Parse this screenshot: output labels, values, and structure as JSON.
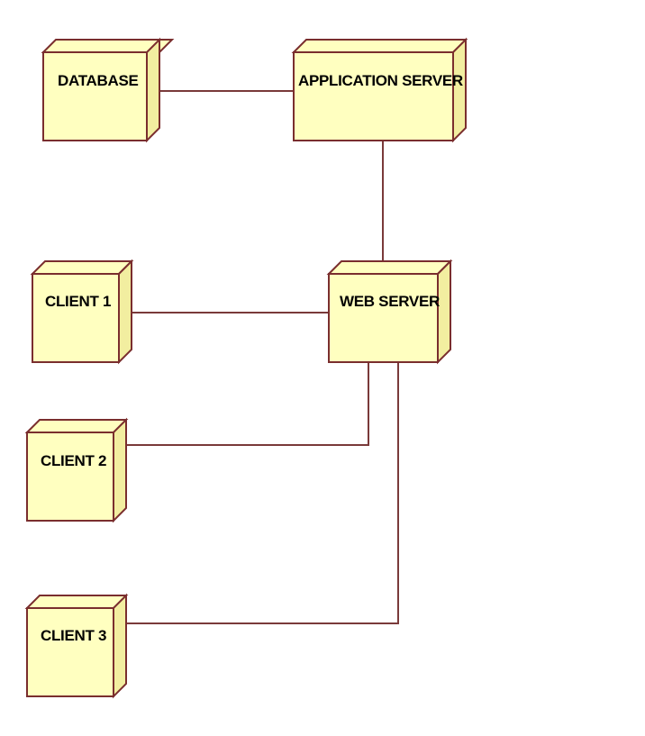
{
  "diagram": {
    "nodes": {
      "database": {
        "label": "DATABASE"
      },
      "application_server": {
        "label": "APPLICATION SERVER"
      },
      "web_server": {
        "label": "WEB SERVER"
      },
      "client1": {
        "label": "CLIENT 1"
      },
      "client2": {
        "label": "CLIENT 2"
      },
      "client3": {
        "label": "CLIENT 3"
      }
    },
    "colors": {
      "node_fill": "#FFFFC0",
      "node_side": "#F2EEA0",
      "stroke": "#7A2E2E",
      "connector": "#7A3A3A"
    }
  }
}
